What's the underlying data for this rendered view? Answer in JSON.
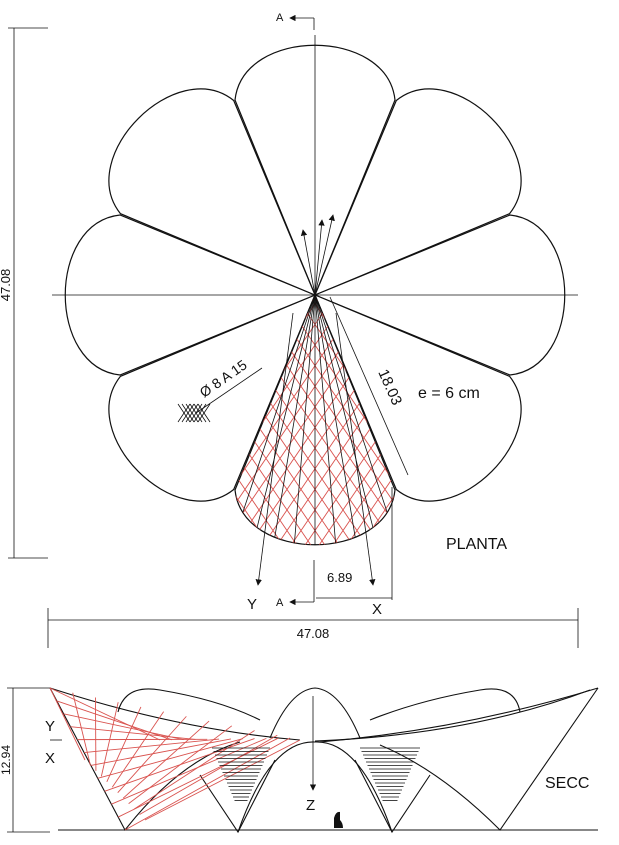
{
  "plan": {
    "height_dim": "47.08",
    "width_dim": "47.08",
    "radius_dim": "18.03",
    "offset_dim": "6.89",
    "thickness": "e = 6 cm",
    "rebar": "Ø 8 A 15",
    "label": "PLANTA",
    "section_mark": "A",
    "axis_x": "X",
    "axis_y": "Y"
  },
  "section": {
    "height_dim": "12.94",
    "label": "SECC",
    "axis_x": "X",
    "axis_y": "Y",
    "axis_z": "Z"
  }
}
